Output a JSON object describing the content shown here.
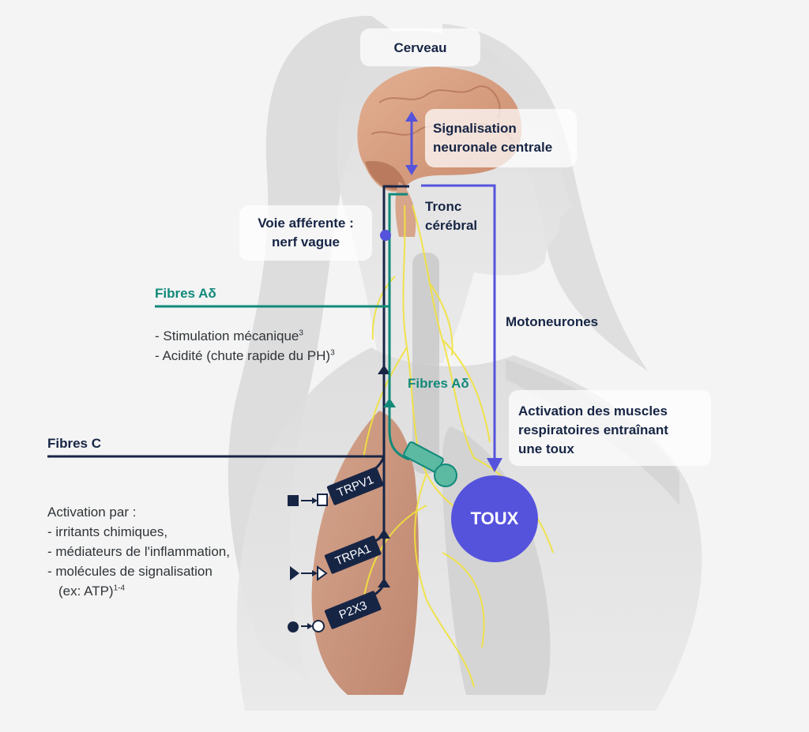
{
  "labels": {
    "cerveau": "Cerveau",
    "signalisation_l1": "Signalisation",
    "signalisation_l2": "neuronale centrale",
    "tronc_l1": "Tronc",
    "tronc_l2": "cérébral",
    "voie_l1": "Voie afférente :",
    "voie_l2": "nerf vague",
    "fibres_ad_left": "Fibres Aδ",
    "fibres_ad_center": "Fibres Aδ",
    "motoneurones": "Motoneurones",
    "activation_l1": "Activation des muscles",
    "activation_l2": "respiratoires entraînant",
    "activation_l3": "une toux",
    "fibres_c": "Fibres C",
    "toux": "TOUX"
  },
  "stimulation_list": {
    "item1": "- Stimulation mécanique",
    "item1_sup": "3",
    "item2": "- Acidité (chute rapide du PH)",
    "item2_sup": "3"
  },
  "activation_par": {
    "title": "Activation par :",
    "items": [
      "- irritants chimiques,",
      "- médiateurs de l'inflammation,",
      "- molécules de signalisation"
    ],
    "last": "(ex: ATP)",
    "last_sup": "1-4"
  },
  "receptors": [
    "TRPV1",
    "TRPA1",
    "P2X3"
  ],
  "colors": {
    "navy": "#172545",
    "teal": "#11897a",
    "violet": "#5553dc",
    "nerve_yellow": "#f2e23c",
    "skin": "#c98a6c"
  }
}
